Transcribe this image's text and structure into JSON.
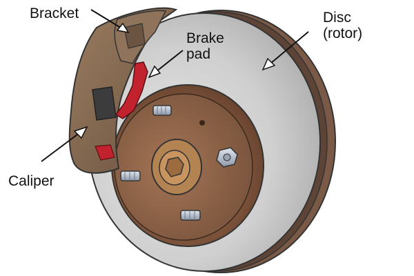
{
  "diagram": {
    "labels": {
      "bracket": "Bracket",
      "brake_pad_line1": "Brake",
      "brake_pad_line2": "pad",
      "disc_line1": "Disc",
      "disc_line2": "(rotor)",
      "caliper": "Caliper"
    },
    "colors": {
      "disc": "#c9c9c9",
      "hub": "#7d5640",
      "caliper": "#866b52",
      "brake_pad": "#c2222e",
      "studs": "#b9c2d1",
      "outline": "#333333"
    }
  }
}
